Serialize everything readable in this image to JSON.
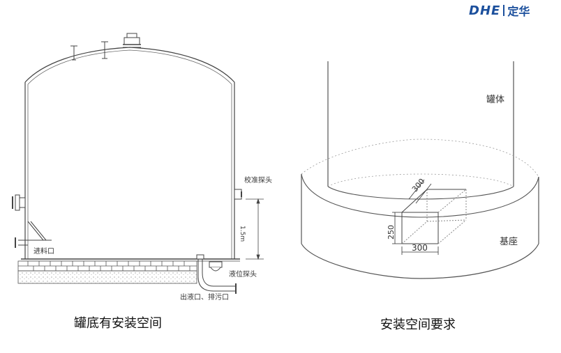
{
  "logo": {
    "mark": "DHE",
    "brand": "定华",
    "color": "#1b4f9c"
  },
  "left_diagram": {
    "labels": {
      "calibration_probe": "校准探头",
      "inlet": "进料口",
      "level_probe": "液位探头",
      "outlet": "出液口、排污口",
      "height_dim": "1.5m"
    },
    "caption": "罐底有安装空间"
  },
  "right_diagram": {
    "labels": {
      "tank_body": "罐体",
      "base": "基座",
      "dim_top": "300",
      "dim_side": "250",
      "dim_bottom": "300"
    },
    "caption": "安装空间要求"
  }
}
